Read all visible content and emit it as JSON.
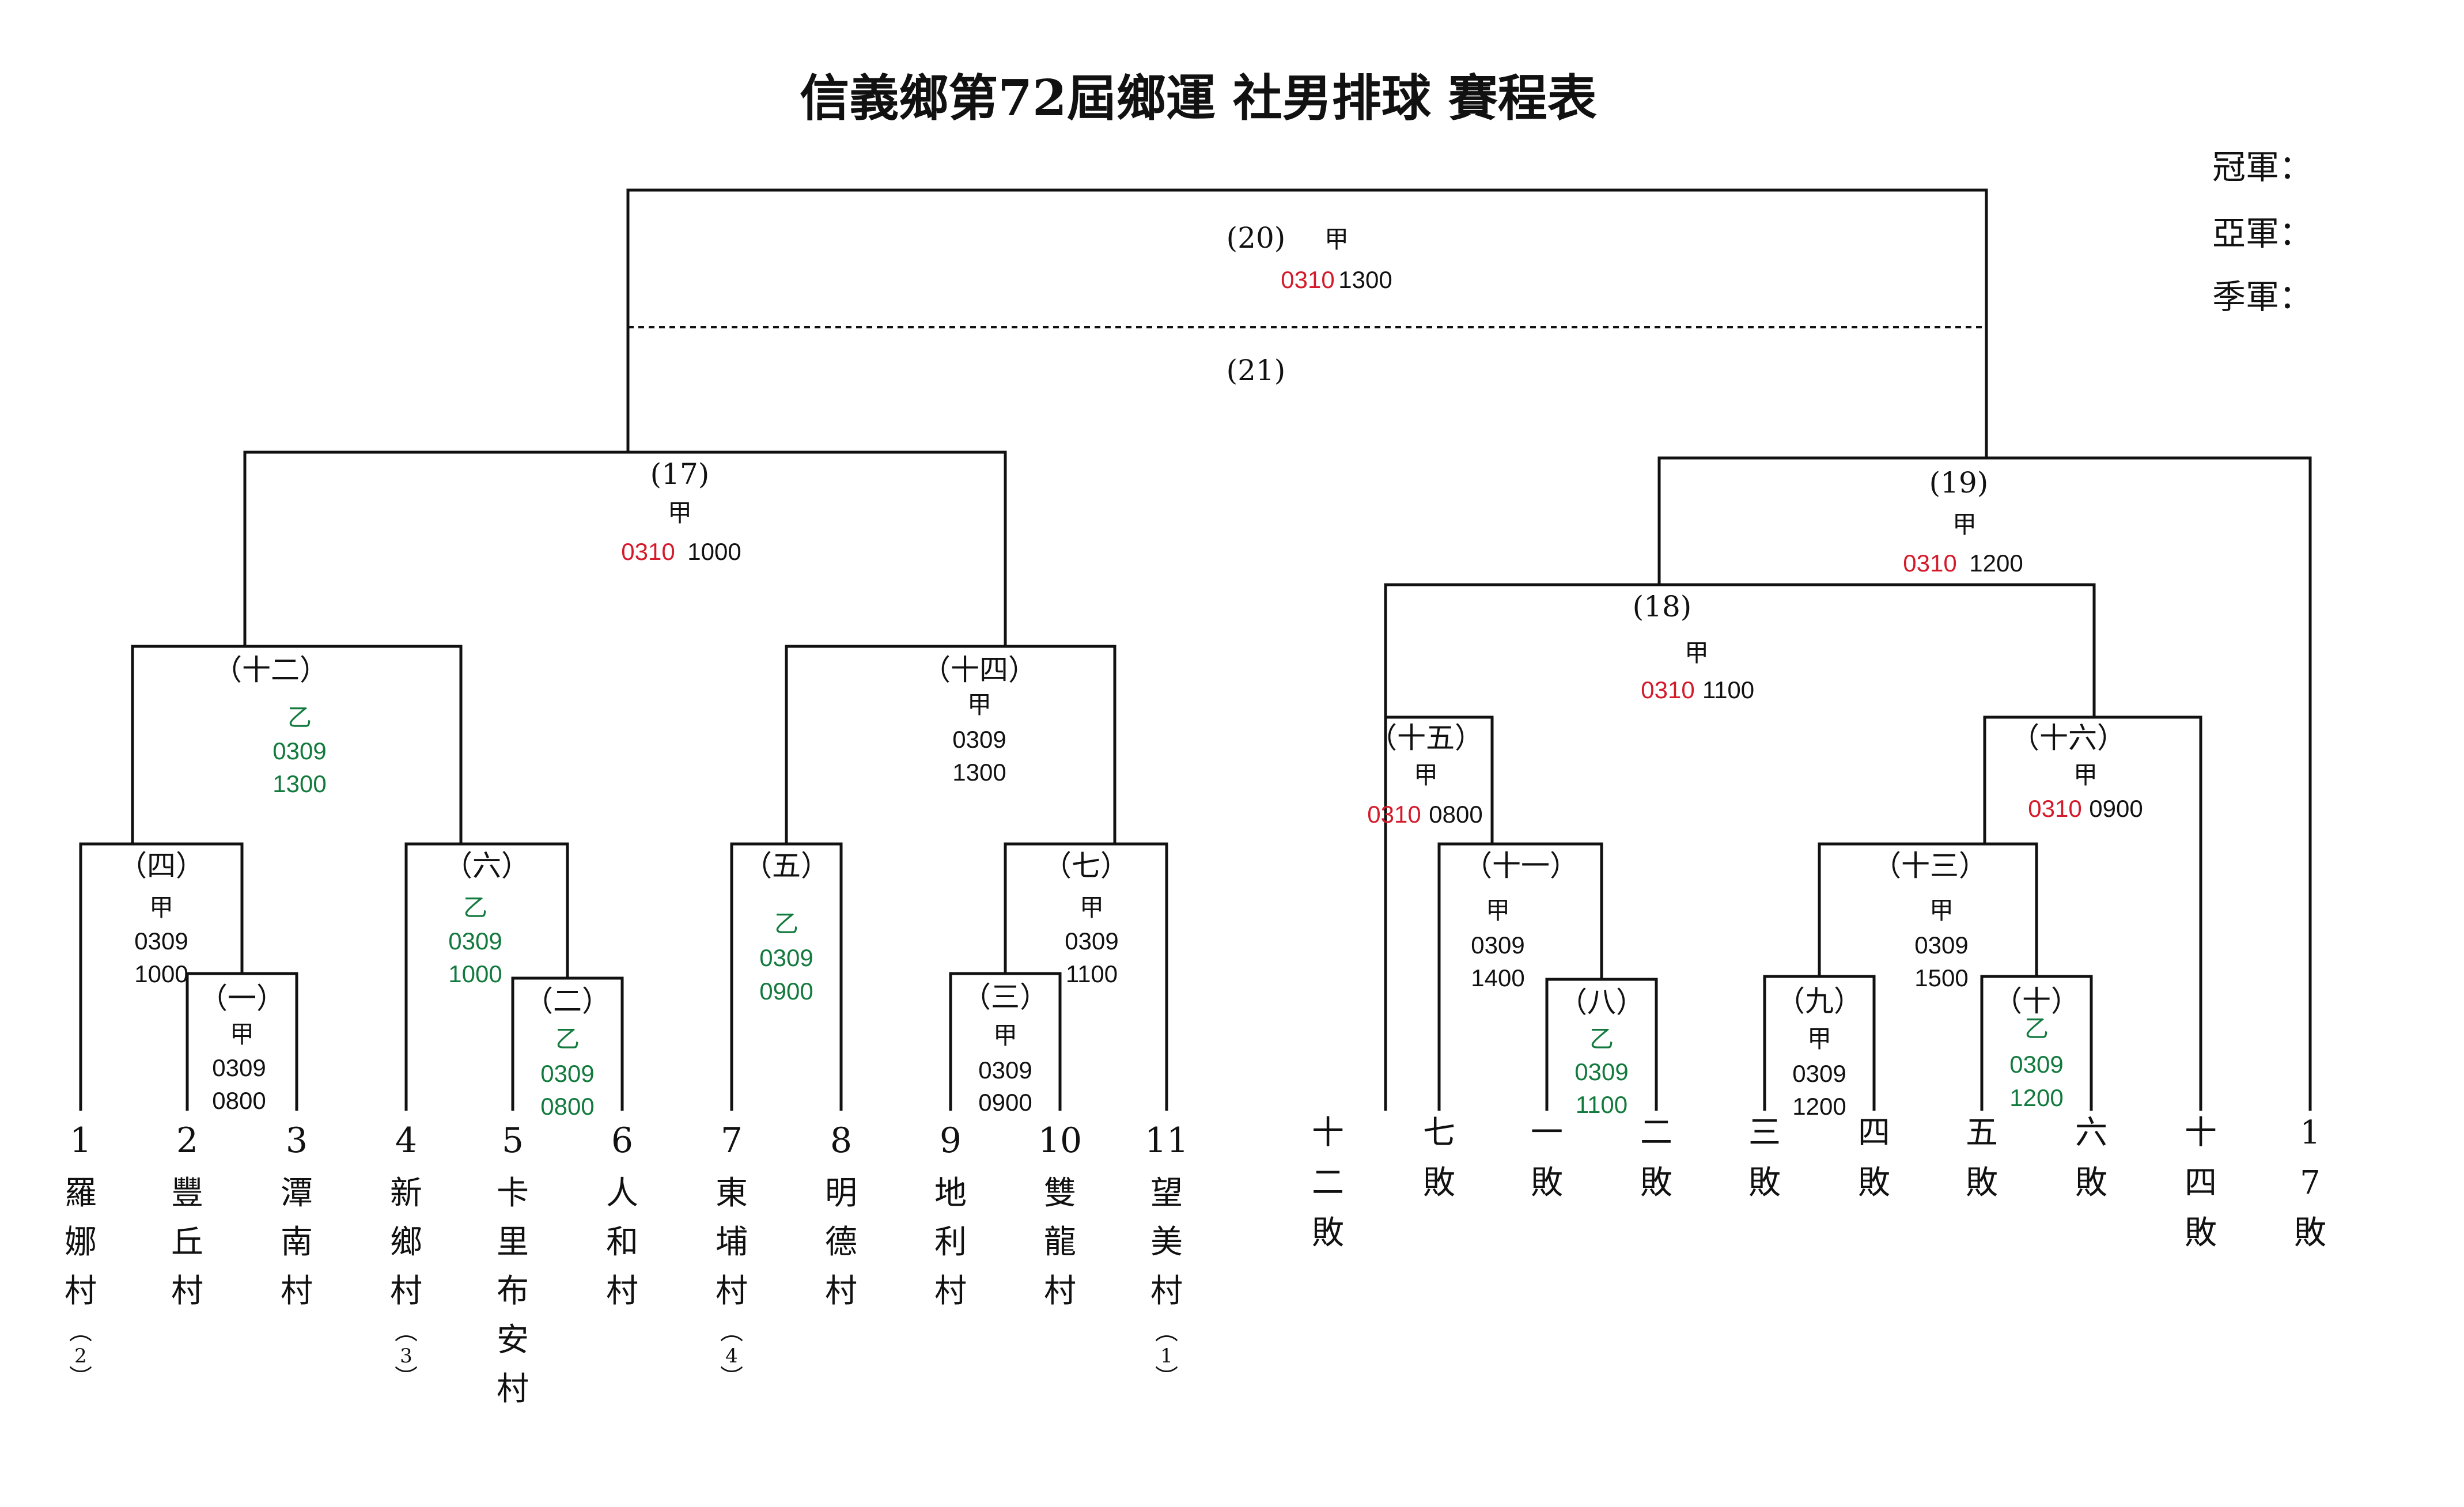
{
  "title": "信義鄉第72屆鄉運 社男排球 賽程表",
  "results": [
    {
      "label": "冠軍："
    },
    {
      "label": "亞軍："
    },
    {
      "label": "季軍："
    }
  ],
  "colors": {
    "date": "#d41a2b",
    "group_b": "#137a3e",
    "line": "#111111"
  },
  "teams": [
    {
      "num": "1",
      "name": "羅娜村",
      "seed": "2"
    },
    {
      "num": "2",
      "name": "豐丘村"
    },
    {
      "num": "3",
      "name": "潭南村"
    },
    {
      "num": "4",
      "name": "新鄉村",
      "seed": "3"
    },
    {
      "num": "5",
      "name": "卡里布安村"
    },
    {
      "num": "6",
      "name": "人和村"
    },
    {
      "num": "7",
      "name": "東埔村",
      "seed": "4"
    },
    {
      "num": "8",
      "name": "明德村"
    },
    {
      "num": "9",
      "name": "地利村"
    },
    {
      "num": "10",
      "name": "雙龍村"
    },
    {
      "num": "11",
      "name": "望美村",
      "seed": "1"
    }
  ],
  "losers": [
    "十二敗",
    "七敗",
    "一敗",
    "二敗",
    "三敗",
    "四敗",
    "五敗",
    "六敗",
    "十四敗",
    "17敗"
  ],
  "matches": [
    {
      "id": "match-1",
      "label": "（一）",
      "court": "甲",
      "date": "0309",
      "time": "0800"
    },
    {
      "id": "match-2",
      "label": "（二）",
      "court": "乙",
      "date": "0309",
      "time": "0800"
    },
    {
      "id": "match-3",
      "label": "（三）",
      "court": "甲",
      "date": "0309",
      "time": "0900"
    },
    {
      "id": "match-4",
      "label": "（四）",
      "court": "甲",
      "date": "0309",
      "time": "1000"
    },
    {
      "id": "match-5",
      "label": "（五）",
      "court": "乙",
      "date": "0309",
      "time": "0900"
    },
    {
      "id": "match-6",
      "label": "（六）",
      "court": "乙",
      "date": "0309",
      "time": "1000"
    },
    {
      "id": "match-7",
      "label": "（七）",
      "court": "甲",
      "date": "0309",
      "time": "1100"
    },
    {
      "id": "match-8",
      "label": "（八）",
      "court": "乙",
      "date": "0309",
      "time": "1100"
    },
    {
      "id": "match-9",
      "label": "（九）",
      "court": "甲",
      "date": "0309",
      "time": "1200"
    },
    {
      "id": "match-10",
      "label": "（十）",
      "court": "乙",
      "date": "0309",
      "time": "1200"
    },
    {
      "id": "match-11",
      "label": "（十一）",
      "court": "甲",
      "date": "0309",
      "time": "1400"
    },
    {
      "id": "match-12",
      "label": "（十二）",
      "court": "乙",
      "date": "0309",
      "time": "1300"
    },
    {
      "id": "match-13",
      "label": "（十三）",
      "court": "甲",
      "date": "0309",
      "time": "1500"
    },
    {
      "id": "match-14",
      "label": "（十四）",
      "court": "甲",
      "date": "0309",
      "time": "1300"
    },
    {
      "id": "match-15",
      "label": "（十五）",
      "court": "甲",
      "date": "0310",
      "time": "0800"
    },
    {
      "id": "match-16",
      "label": "（十六）",
      "court": "甲",
      "date": "0310",
      "time": "0900"
    },
    {
      "id": "match-17",
      "label": "(17)",
      "court": "甲",
      "date": "0310",
      "time": "1000"
    },
    {
      "id": "match-18",
      "label": "(18)",
      "court": "甲",
      "date": "0310",
      "time": "1100"
    },
    {
      "id": "match-19",
      "label": "(19)",
      "court": "甲",
      "date": "0310",
      "time": "1200"
    },
    {
      "id": "match-20",
      "label": "(20)",
      "court": "甲",
      "date": "0310",
      "time": "1300"
    },
    {
      "id": "match-21",
      "label": "(21)"
    }
  ]
}
